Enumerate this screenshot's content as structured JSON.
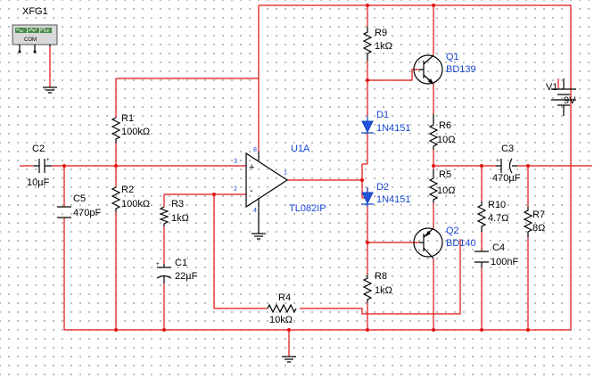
{
  "components": {
    "xfg1": {
      "name": "XFG1",
      "com": "COM"
    },
    "c2": {
      "name": "C2",
      "value": "10µF"
    },
    "c5": {
      "name": "C5",
      "value": "470pF"
    },
    "r1": {
      "name": "R1",
      "value": "100kΩ"
    },
    "r2": {
      "name": "R2",
      "value": "100kΩ"
    },
    "r3": {
      "name": "R3",
      "value": "1kΩ"
    },
    "c1": {
      "name": "C1",
      "value": "22µF"
    },
    "u1a": {
      "name": "U1A",
      "part": "TL082IP"
    },
    "r4": {
      "name": "R4",
      "value": "10kΩ"
    },
    "r9": {
      "name": "R9",
      "value": "1kΩ"
    },
    "d1": {
      "name": "D1",
      "part": "1N4151"
    },
    "d2": {
      "name": "D2",
      "part": "1N4151"
    },
    "r8": {
      "name": "R8",
      "value": "1kΩ"
    },
    "q1": {
      "name": "Q1",
      "part": "BD139"
    },
    "q2": {
      "name": "Q2",
      "part": "BD140"
    },
    "r6": {
      "name": "R6",
      "value": "10Ω"
    },
    "r5": {
      "name": "R5",
      "value": "10Ω"
    },
    "c3": {
      "name": "C3",
      "value": "470µF"
    },
    "r10": {
      "name": "R10",
      "value": "4.7Ω"
    },
    "c4": {
      "name": "C4",
      "value": "100nF"
    },
    "r7": {
      "name": "R7",
      "value": "8Ω"
    },
    "v1": {
      "name": "V1",
      "value": "9V"
    }
  },
  "opamp_pins": {
    "plus": "+",
    "minus": "-",
    "p3": "3",
    "p2": "2",
    "p1": "1",
    "p8": "8",
    "p4": "4"
  },
  "colors": {
    "wire": "#e01010",
    "component": "#000000",
    "part_label": "#1848d0",
    "active": "#1f55d8"
  }
}
